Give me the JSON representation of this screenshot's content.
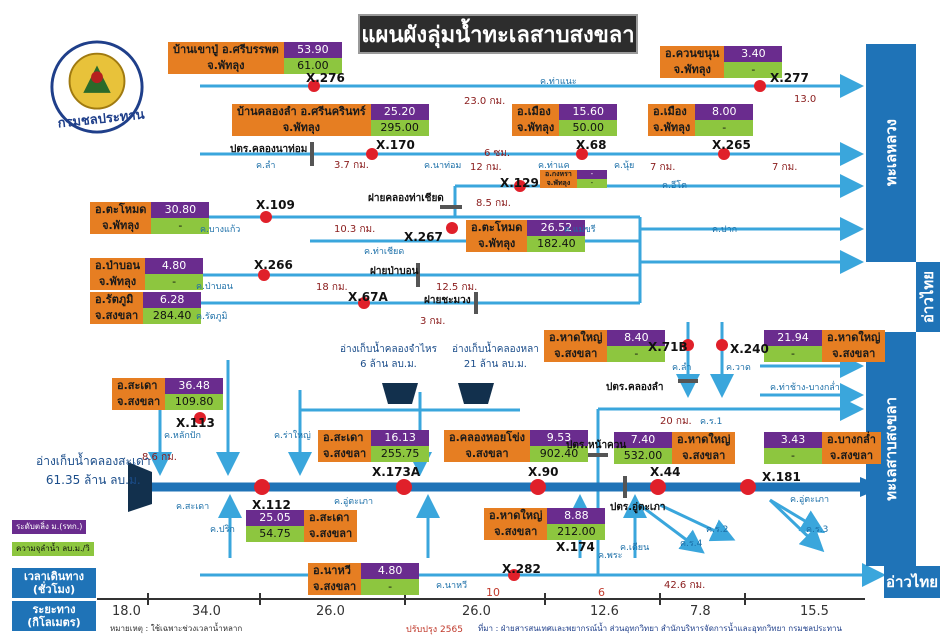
{
  "title": "แผนผังลุ่มน้ำทะเลสาบสงขลา",
  "logo_text": "กรมชลประทาน",
  "side_labels": {
    "lake_upper": "ทะเลหลวง",
    "gulf_right": "อ่าวไทย",
    "lake_lower": "ทะเลสาบสงขลา",
    "gulf_bottom": "อ่าวไทย"
  },
  "stations": [
    {
      "id": "s1",
      "name1": "บ้านเขาปู่ อ.ศรีบรรพต",
      "name2": "จ.พัทลุง",
      "v1": "53.90",
      "v2": "61.00"
    },
    {
      "id": "s2",
      "name1": "อ.ควนขนุน",
      "name2": "จ.พัทลุง",
      "v1": "3.40",
      "v2": "-"
    },
    {
      "id": "s3",
      "name1": "บ้านคลองลำ อ.ศรีนครินทร์",
      "name2": "จ.พัทลุง",
      "v1": "25.20",
      "v2": "295.00"
    },
    {
      "id": "s4",
      "name1": "อ.เมือง",
      "name2": "จ.พัทลุง",
      "v1": "15.60",
      "v2": "50.00"
    },
    {
      "id": "s5",
      "name1": "อ.เมือง",
      "name2": "จ.พัทลุง",
      "v1": "8.00",
      "v2": "-"
    },
    {
      "id": "s6",
      "name1": "อ.ตะโหมด",
      "name2": "จ.พัทลุง",
      "v1": "30.80",
      "v2": "-"
    },
    {
      "id": "s7",
      "name1": "อ.ตะโหมด",
      "name2": "จ.พัทลุง",
      "v1": "26.52",
      "v2": "182.40"
    },
    {
      "id": "s8",
      "name1": "อ.ป่าบอน",
      "name2": "จ.พัทลุง",
      "v1": "4.80",
      "v2": "-"
    },
    {
      "id": "s9",
      "name1": "อ.รัตภูมิ",
      "name2": "จ.สงขลา",
      "v1": "6.28",
      "v2": "284.40"
    },
    {
      "id": "s10",
      "name1": "อ.หาดใหญ่",
      "name2": "จ.สงขลา",
      "v1": "8.40",
      "v2": "-"
    },
    {
      "id": "s11",
      "name1": "อ.หาดใหญ่",
      "name2": "จ.สงขลา",
      "v1": "21.94",
      "v2": "-"
    },
    {
      "id": "s12",
      "name1": "อ.สะเดา",
      "name2": "จ.สงขลา",
      "v1": "36.48",
      "v2": "109.80"
    },
    {
      "id": "s13",
      "name1": "อ.สะเดา",
      "name2": "จ.สงขลา",
      "v1": "16.13",
      "v2": "255.75"
    },
    {
      "id": "s14",
      "name1": "อ.คลองหอยโข่ง",
      "name2": "จ.สงขลา",
      "v1": "9.53",
      "v2": "902.40"
    },
    {
      "id": "s15",
      "name1": "อ.หาดใหญ่",
      "name2": "จ.สงขลา",
      "v1": "7.40",
      "v2": "532.00"
    },
    {
      "id": "s16",
      "name1": "อ.บางกล่ำ",
      "name2": "จ.สงขลา",
      "v1": "3.43",
      "v2": "-"
    },
    {
      "id": "s17",
      "name1": "อ.สะเดา",
      "name2": "จ.สงขลา",
      "v1": "25.05",
      "v2": "54.75"
    },
    {
      "id": "s18",
      "name1": "อ.หาดใหญ่",
      "name2": "จ.สงขลา",
      "v1": "8.88",
      "v2": "212.00"
    },
    {
      "id": "s19",
      "name1": "อ.นาหวี",
      "name2": "จ.สงขลา",
      "v1": "4.80",
      "v2": "-"
    },
    {
      "id": "s20",
      "name1": "อ.กงหรา",
      "name2": "จ.พัทลุง",
      "v1": "-",
      "v2": "-"
    }
  ],
  "points": [
    "X.276",
    "X.277",
    "X.170",
    "X.68",
    "X.265",
    "X.129",
    "X.109",
    "X.267",
    "X.266",
    "X.67A",
    "X.71B",
    "X.240",
    "X.113",
    "X.112",
    "X.173A",
    "X.90",
    "X.44",
    "X.181",
    "X.174",
    "X.282"
  ],
  "rivers": [
    "ค.ท่าแนะ",
    "ค.ลำ",
    "ค.นาท่อม",
    "ค.ท่าแค",
    "ค.นุ้ย",
    "ค.อีโต",
    "ค.บางแก้ว",
    "ค.แม่ขรี",
    "ค.ปาก",
    "ค.ท่าเชียด",
    "ค.ป่าบอน",
    "ค.รัตภูมิ",
    "ค.ลำ",
    "ค.วาด",
    "ค.ท่าช้าง-บางกล่ำ",
    "ค.ร.1",
    "ค.หลักปัก",
    "ค.ร่าใหญ่",
    "ค.สะเดา",
    "ค.อู่ตะเภา",
    "ค.ปริก",
    "ค.ร.2",
    "ค.ร.3",
    "ค.ร.4",
    "ค.เตียน",
    "ค.พระ",
    "ค.นาหวี",
    "ค.อู่ตะเภา"
  ],
  "distances": [
    "23.0 กม.",
    "13.0",
    "3.7 กม.",
    "6 ซม.",
    "12 กม.",
    "7 กม.",
    "7 กม.",
    "8.5 กม.",
    "10.3 กม.",
    "18 กม.",
    "12.5 กม.",
    "3 กม.",
    "20 กม.",
    "8.6 กม.",
    "42.6 กม."
  ],
  "dams": [
    "ปตร.คลองนาท่อม",
    "ฝายคลองท่าเชียด",
    "ฝายป่าบอน",
    "ฝายชะมวง",
    "ปตร.คลองลำ",
    "ปตร.หน้าควน",
    "ปตร.อู่ตะเภา"
  ],
  "reservoirs": {
    "r1": {
      "line1": "อ่างเก็บน้ำคลองจำไหร",
      "line2": "6 ล้าน ลบ.ม."
    },
    "r2": {
      "line1": "อ่างเก็บน้ำคลองหลา",
      "line2": "21 ล้าน ลบ.ม."
    },
    "r3": {
      "line1": "อ่างเก็บน้ำคลองสะเดา",
      "line2": "61.35 ล้าน ลบ.ม."
    }
  },
  "legend": {
    "level": "ระดับตลิ่ง ม.(รทก.)",
    "capacity": "ความจุลำน้ำ ลบ.ม./วิ"
  },
  "travel": {
    "label": "เวลาเดินทาง",
    "unit": "(ชั่วโมง)",
    "values": [
      "10",
      "6"
    ]
  },
  "distance_row": {
    "label": "ระยะทาง",
    "unit": "(กิโลเมตร)",
    "values": [
      "18.0",
      "34.0",
      "26.0",
      "26.0",
      "12.6",
      "7.8",
      "15.5"
    ]
  },
  "footer": {
    "note": "หมายเหตุ : ใช้เฉพาะช่วงเวลาน้ำหลาก",
    "update": "ปรับปรุง 2565",
    "source": "ที่มา : ฝ่ายสารสนเทศและพยากรณ์น้ำ ส่วนอุทกวิทยา สำนักบริหารจัดการน้ำและอุทกวิทยา กรมชลประทาน"
  },
  "colors": {
    "river": "#3aa6dc",
    "main": "#1f73b7",
    "point": "#e0202a",
    "name_bg": "#e67e22",
    "level_bg": "#6a2c8e",
    "cap_bg": "#8dc63f"
  }
}
